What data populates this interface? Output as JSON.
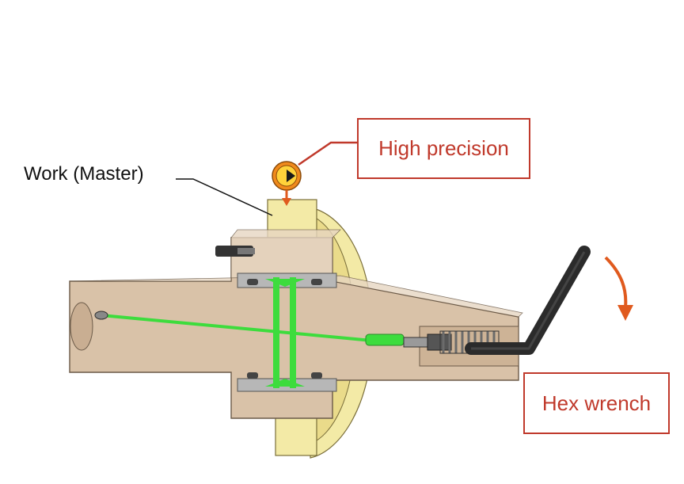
{
  "labels": {
    "work_master": "Work (Master)",
    "high_precision": "High precision",
    "hex_wrench": "Hex wrench"
  },
  "colors": {
    "callout_red": "#c0392b",
    "body_tan": "#d9c2a8",
    "body_tan_dark": "#b39a80",
    "work_yellow": "#f3eaa6",
    "oil_green": "#3ddc3d",
    "wrench_black": "#2b2b2b",
    "gauge_orange": "#f08a1c",
    "arrow_orange": "#e05a1e"
  },
  "icons": {
    "gauge": "dial-gauge-icon",
    "rotation": "rotation-arrow-icon"
  }
}
